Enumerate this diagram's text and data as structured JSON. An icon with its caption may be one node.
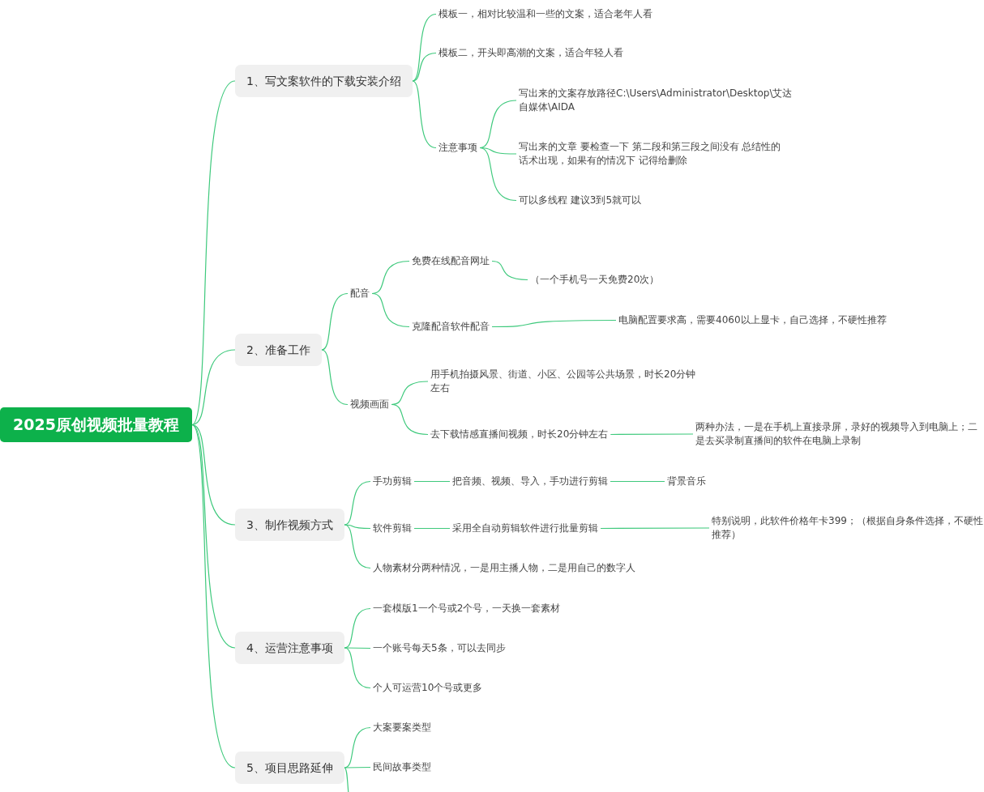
{
  "diagram": {
    "nodes": [
      {
        "text": [
          "2025原创视频批量教程"
        ]
      },
      {
        "text": [
          "1、写文案软件的下载安装介绍"
        ]
      },
      {
        "text": [
          "模板一，相对比较温和一些的文案，适合老年人看"
        ]
      },
      {
        "text": [
          "模板二，开头即高潮的文案，适合年轻人看"
        ]
      },
      {
        "text": [
          "注意事项"
        ]
      },
      {
        "text": [
          "写出来的文案存放路径C:\\Users\\Administrator\\Desktop\\艾达自媒体\\AIDA"
        ]
      },
      {
        "text": [
          "写出来的文章  要检查一下 第二段和第三段之间没有 总结性的话术出现，如果有的情况下 记得给删除"
        ]
      },
      {
        "text": [
          "可以多线程  建议3到5就可以"
        ]
      },
      {
        "text": [
          "2、准备工作"
        ]
      },
      {
        "text": [
          "配音"
        ]
      },
      {
        "text": [
          "免费在线配音网址"
        ]
      },
      {
        "text": [
          "（一个手机号一天免费20次）"
        ]
      },
      {
        "text": [
          "克隆配音软件配音"
        ]
      },
      {
        "text": [
          "电脑配置要求高，需要4060以上显卡，自己选择，不硬性推荐"
        ]
      },
      {
        "text": [
          "视频画面"
        ]
      },
      {
        "text": [
          "用手机拍摄风景、街道、小区、公园等公共场景，时长20分钟左右"
        ]
      },
      {
        "text": [
          "去下载情感直播间视频，时长20分钟左右"
        ]
      },
      {
        "text": [
          "两种办法，一是在手机上直接录屏，录好的视频导入到电脑上；二是去买录制直播间的软件在电脑上录制"
        ]
      },
      {
        "text": [
          "3、制作视频方式"
        ]
      },
      {
        "text": [
          "手功剪辑"
        ]
      },
      {
        "text": [
          "把音频、视频、导入，手功进行剪辑"
        ]
      },
      {
        "text": [
          "背景音乐"
        ]
      },
      {
        "text": [
          "软件剪辑"
        ]
      },
      {
        "text": [
          "采用全自动剪辑软件进行批量剪辑"
        ]
      },
      {
        "text": [
          "特别说明，此软件价格年卡399；（根据自身条件选择，不硬性推荐）"
        ]
      },
      {
        "text": [
          "人物素材分两种情况，一是用主播人物，二是用自己的数字人"
        ]
      },
      {
        "text": [
          "4、运营注意事项"
        ]
      },
      {
        "text": [
          "一套模版1一个号或2个号，一天换一套素材"
        ]
      },
      {
        "text": [
          "一个账号每天5条，可以去同步"
        ]
      },
      {
        "text": [
          "个人可运营10个号或更多"
        ]
      },
      {
        "text": [
          "5、项目思路延伸"
        ]
      },
      {
        "text": [
          "大案要案类型"
        ]
      },
      {
        "text": [
          "民间故事类型"
        ]
      }
    ],
    "edges": [
      {
        "from": 0,
        "to": 1,
        "arrow": "none"
      },
      {
        "from": 0,
        "to": 8,
        "arrow": "none"
      },
      {
        "from": 0,
        "to": 18,
        "arrow": "none"
      },
      {
        "from": 0,
        "to": 26,
        "arrow": "none"
      },
      {
        "from": 0,
        "to": 30,
        "arrow": "none"
      },
      {
        "from": 1,
        "to": 2,
        "arrow": "none"
      },
      {
        "from": 1,
        "to": 3,
        "arrow": "none"
      },
      {
        "from": 1,
        "to": 4,
        "arrow": "none"
      },
      {
        "from": 4,
        "to": 5,
        "arrow": "none"
      },
      {
        "from": 4,
        "to": 6,
        "arrow": "none"
      },
      {
        "from": 4,
        "to": 7,
        "arrow": "none"
      },
      {
        "from": 8,
        "to": 9,
        "arrow": "none"
      },
      {
        "from": 8,
        "to": 14,
        "arrow": "none"
      },
      {
        "from": 9,
        "to": 10,
        "arrow": "none"
      },
      {
        "from": 9,
        "to": 12,
        "arrow": "none"
      },
      {
        "from": 10,
        "to": 11,
        "arrow": "none"
      },
      {
        "from": 12,
        "to": 13,
        "arrow": "none"
      },
      {
        "from": 14,
        "to": 15,
        "arrow": "none"
      },
      {
        "from": 14,
        "to": 16,
        "arrow": "none"
      },
      {
        "from": 16,
        "to": 17,
        "arrow": "none"
      },
      {
        "from": 18,
        "to": 19,
        "arrow": "none"
      },
      {
        "from": 18,
        "to": 22,
        "arrow": "none"
      },
      {
        "from": 18,
        "to": 25,
        "arrow": "none"
      },
      {
        "from": 19,
        "to": 20,
        "arrow": "none"
      },
      {
        "from": 20,
        "to": 21,
        "arrow": "none"
      },
      {
        "from": 22,
        "to": 23,
        "arrow": "none"
      },
      {
        "from": 23,
        "to": 24,
        "arrow": "none"
      },
      {
        "from": 26,
        "to": 27,
        "arrow": "none"
      },
      {
        "from": 26,
        "to": 28,
        "arrow": "none"
      },
      {
        "from": 26,
        "to": 29,
        "arrow": "none"
      },
      {
        "from": 30,
        "to": 31,
        "arrow": "none"
      },
      {
        "from": 30,
        "to": 32,
        "arrow": "none"
      },
      {
        "from": 30,
        "to": null,
        "arrow": "none"
      }
    ]
  }
}
